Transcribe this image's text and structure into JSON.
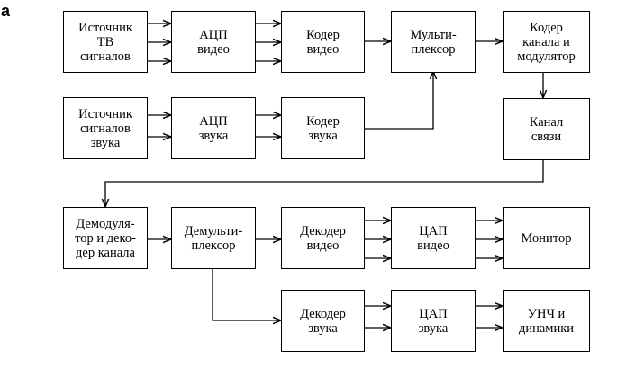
{
  "corner_mark": "a",
  "blocks": {
    "tv_source": "Источник\nТВ\nсигналов",
    "adc_video": "АЦП\nвидео",
    "video_coder": "Кодер\nвидео",
    "multiplexer": "Мульти-\nплексор",
    "channel_coder_modulator": "Кодер\nканала и\nмодулятор",
    "audio_source": "Источник\nсигналов\nзвука",
    "adc_audio": "АЦП\nзвука",
    "audio_coder": "Кодер\nзвука",
    "comm_channel": "Канал\nсвязи",
    "demod_channel_decoder": "Демодуля-\nтор и деко-\nдер канала",
    "demultiplexer": "Демульти-\nплексор",
    "video_decoder": "Декодер\nвидео",
    "dac_video": "ЦАП\nвидео",
    "monitor": "Монитор",
    "audio_decoder": "Декодер\nзвука",
    "dac_audio": "ЦАП\nзвука",
    "amp_speakers": "УНЧ и\nдинамики"
  },
  "colors": {
    "line": "#000000",
    "background": "#ffffff"
  }
}
